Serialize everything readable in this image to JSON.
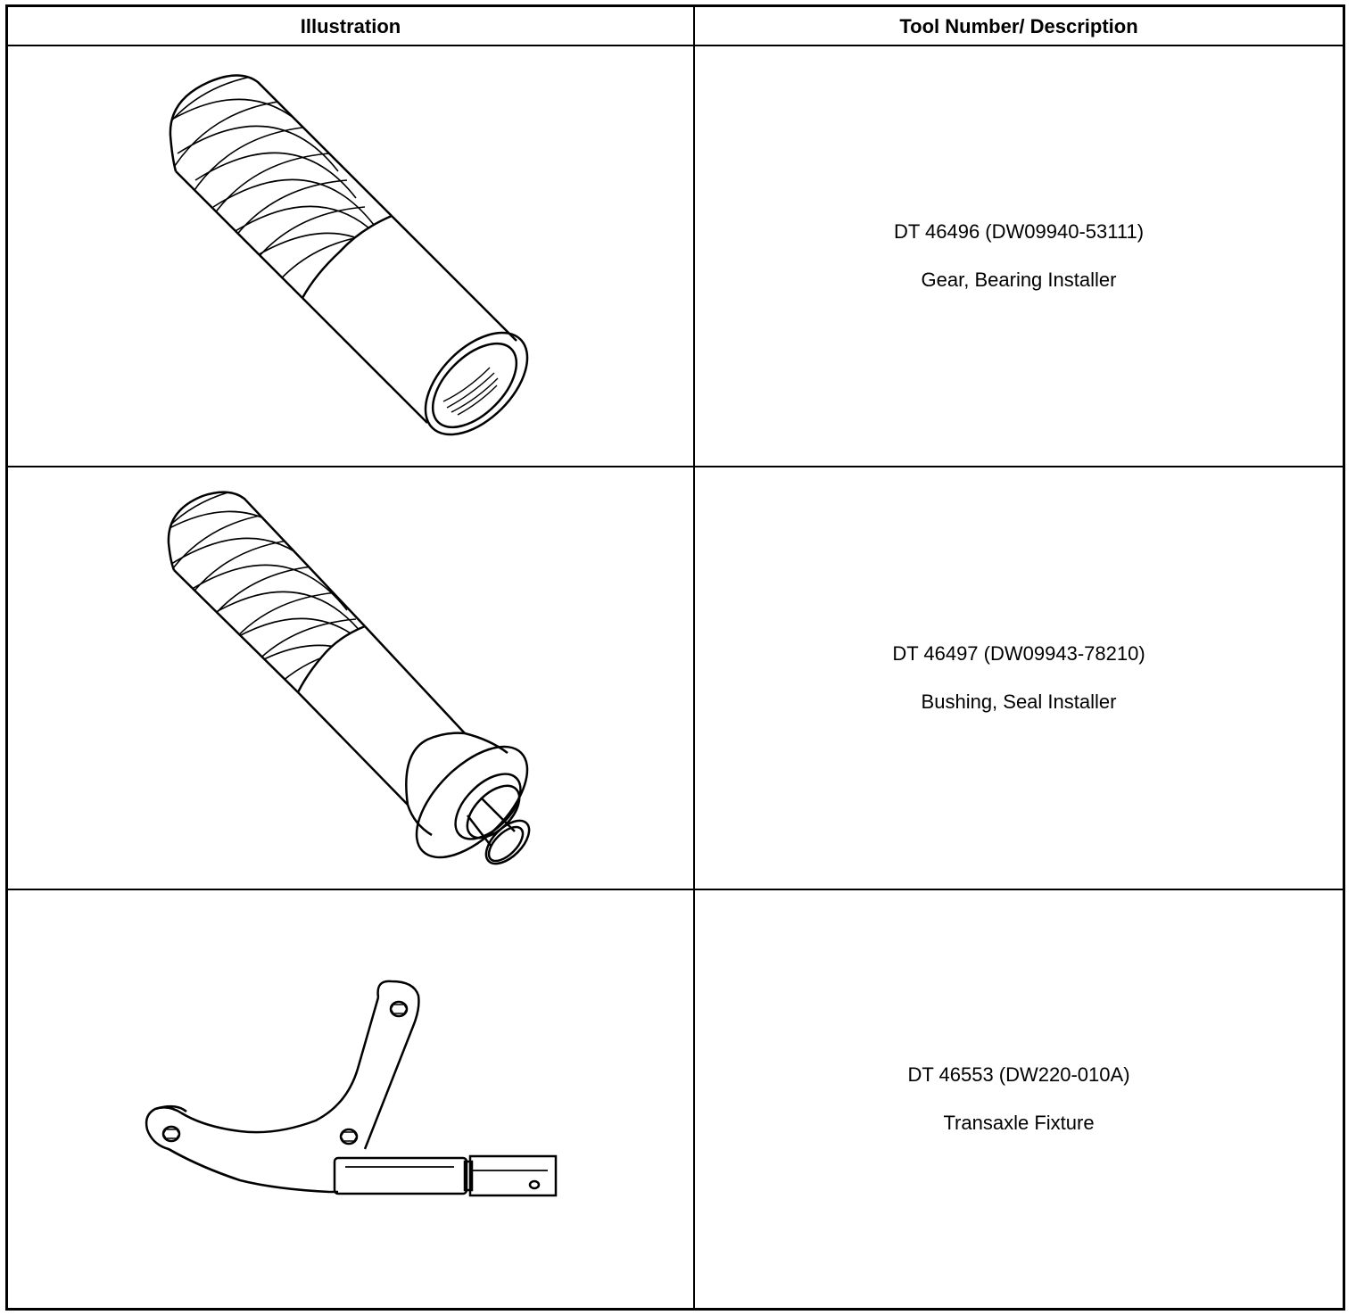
{
  "table": {
    "headers": {
      "illustration": "Illustration",
      "tool_number_description": "Tool Number/ Description"
    },
    "rows": [
      {
        "tool_number": "DT 46496 (DW09940-53111)",
        "description": "Gear, Bearing Installer",
        "icon": "bearing-installer-tool"
      },
      {
        "tool_number": "DT 46497 (DW09943-78210)",
        "description": "Bushing, Seal Installer",
        "icon": "seal-installer-tool"
      },
      {
        "tool_number": "DT 46553 (DW220-010A)",
        "description": "Transaxle Fixture",
        "icon": "transaxle-fixture-tool"
      }
    ]
  }
}
